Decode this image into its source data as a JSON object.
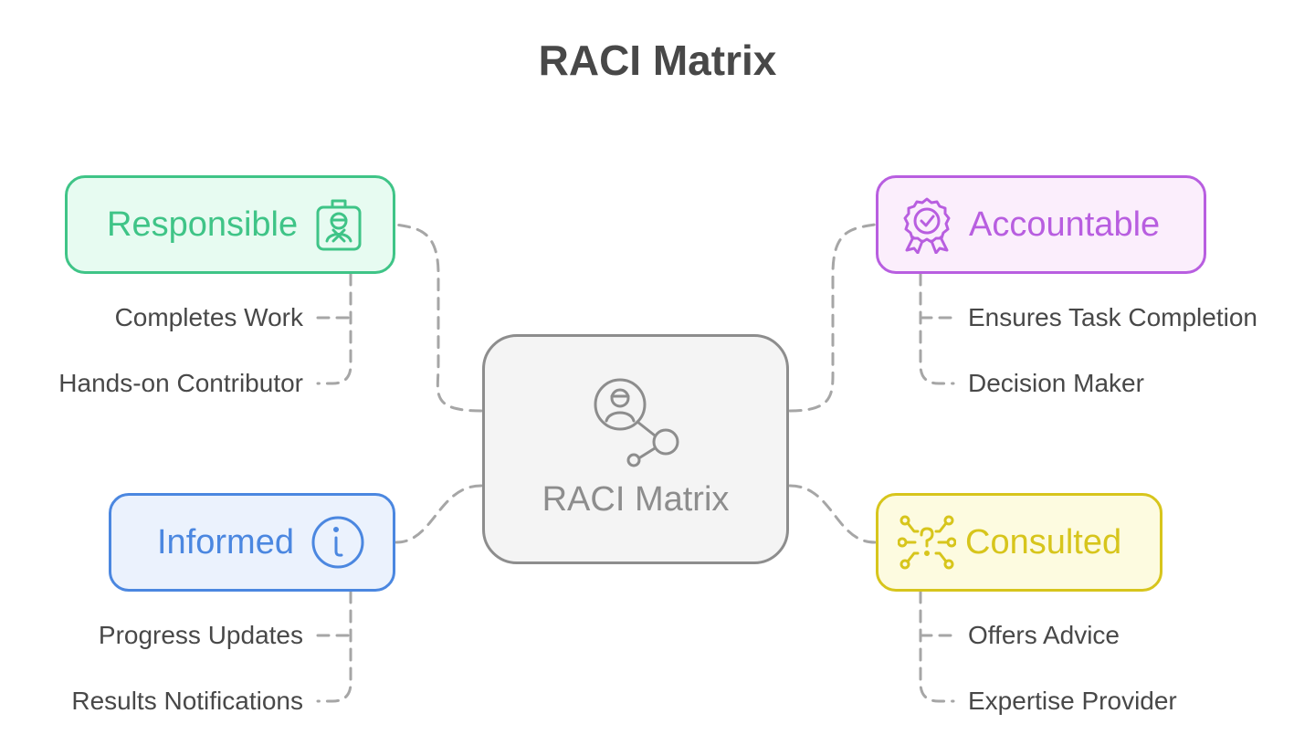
{
  "title": "RACI Matrix",
  "center": {
    "label": "RACI Matrix",
    "icon": "user-network-icon",
    "color": "#8d8d8d"
  },
  "roles": [
    {
      "key": "responsible",
      "label": "Responsible",
      "icon": "id-badge-icon",
      "color": "#3fc487",
      "items": [
        "Completes Work",
        "Hands-on Contributor"
      ]
    },
    {
      "key": "accountable",
      "label": "Accountable",
      "icon": "award-ribbon-icon",
      "color": "#b85ee0",
      "items": [
        "Ensures Task Completion",
        "Decision Maker"
      ]
    },
    {
      "key": "informed",
      "label": "Informed",
      "icon": "info-icon",
      "color": "#4b87e0",
      "items": [
        "Progress Updates",
        "Results Notifications"
      ]
    },
    {
      "key": "consulted",
      "label": "Consulted",
      "icon": "question-network-icon",
      "color": "#d7c51c",
      "items": [
        "Offers Advice",
        "Expertise Provider"
      ]
    }
  ]
}
